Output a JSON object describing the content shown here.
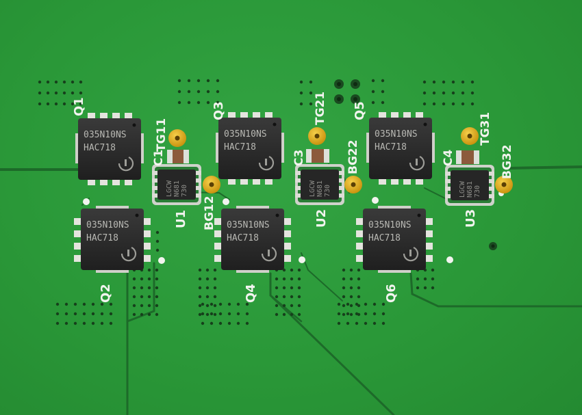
{
  "image": {
    "subject": "Green PCB with six power MOSFETs, three gate-driver ICs, capacitors and test pads",
    "colors": {
      "board": "#2c9a3a",
      "trace": "#1f6b2a",
      "chip": "#2b2b2b",
      "pad": "#d9a514",
      "silkscreen": "#f2f4ef"
    }
  },
  "labels": {
    "q1": "Q1",
    "q2": "Q2",
    "q3": "Q3",
    "q4": "Q4",
    "q5": "Q5",
    "q6": "Q6",
    "u1": "U1",
    "u2": "U2",
    "u3": "U3",
    "c1": "C1",
    "c3": "C3",
    "c4": "C4",
    "tg11": "TG11",
    "tg21": "TG21",
    "tg31": "TG31",
    "bg12": "BG12",
    "bg22": "BG22",
    "bg32": "BG32"
  },
  "markings": {
    "mosfet_line1": "035N10NS",
    "mosfet_line2": "HAC718",
    "driver_line1": "LGCW",
    "driver_line2": "N681",
    "driver_line3": "730"
  }
}
